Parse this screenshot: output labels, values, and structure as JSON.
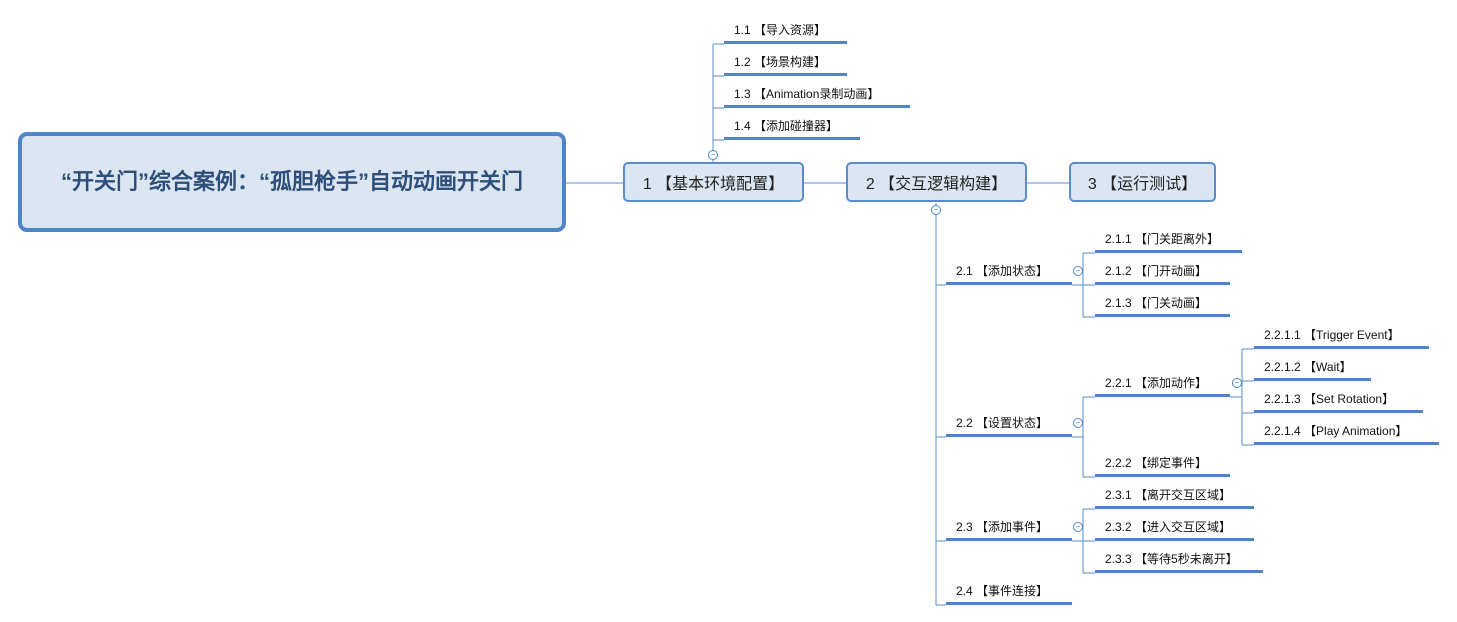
{
  "root": {
    "title": "“开关门”综合案例：“孤胆枪手”自动动画开关门"
  },
  "main": [
    {
      "label": "1 【基本环境配置】"
    },
    {
      "label": "2 【交互逻辑构建】"
    },
    {
      "label": "3 【运行测试】"
    }
  ],
  "env_items": [
    {
      "label": "1.1 【导入资源】"
    },
    {
      "label": "1.2 【场景构建】"
    },
    {
      "label": "1.3 【Animation录制动画】"
    },
    {
      "label": "1.4 【添加碰撞器】"
    }
  ],
  "logic_items": [
    {
      "label": "2.1 【添加状态】",
      "children": [
        {
          "label": "2.1.1 【门关距离外】"
        },
        {
          "label": "2.1.2 【门开动画】"
        },
        {
          "label": "2.1.3 【门关动画】"
        }
      ]
    },
    {
      "label": "2.2 【设置状态】",
      "children": [
        {
          "label": "2.2.1 【添加动作】",
          "children": [
            {
              "label": "2.2.1.1 【Trigger Event】"
            },
            {
              "label": "2.2.1.2 【Wait】"
            },
            {
              "label": "2.2.1.3 【Set Rotation】"
            },
            {
              "label": "2.2.1.4 【Play Animation】"
            }
          ]
        },
        {
          "label": "2.2.2 【绑定事件】"
        }
      ]
    },
    {
      "label": "2.3 【添加事件】",
      "children": [
        {
          "label": "2.3.1 【离开交互区域】"
        },
        {
          "label": "2.3.2 【进入交互区域】"
        },
        {
          "label": "2.3.3 【等待5秒未离开】"
        }
      ]
    },
    {
      "label": "2.4 【事件连接】"
    }
  ],
  "colors": {
    "accent": "#4f86c6",
    "node_fill": "#dce6f2",
    "title_text": "#2e4f7a"
  },
  "icons": {
    "collapse": "collapse-minus-icon"
  }
}
